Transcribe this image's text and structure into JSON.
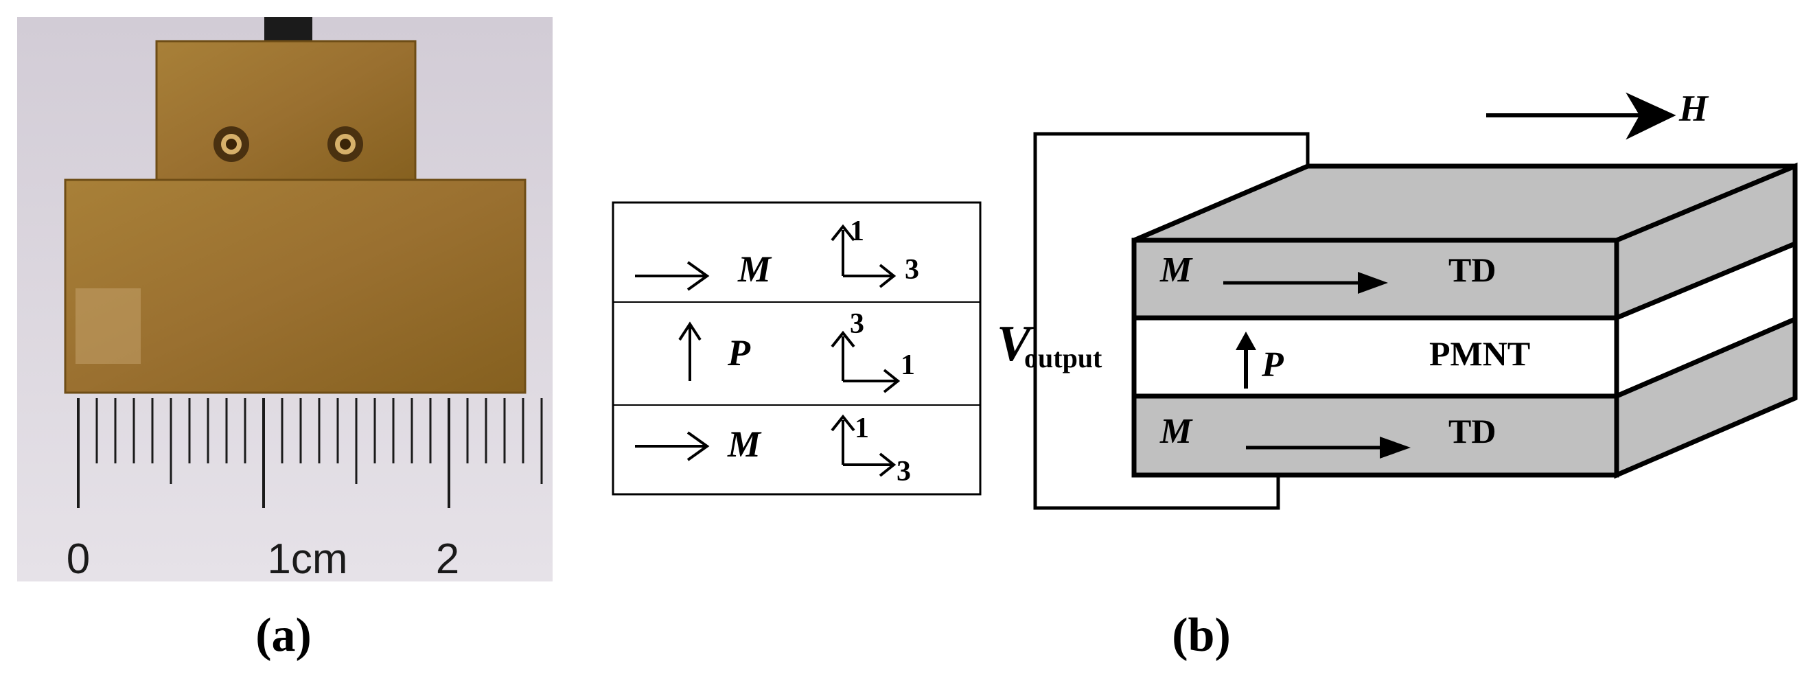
{
  "panel_a": {
    "caption": "(a)",
    "ruler": {
      "label_0": "0",
      "label_1": "1cm",
      "label_2": "2"
    },
    "colors": {
      "background": "#d9d4dc",
      "brass": "#9c7530",
      "brass_dark": "#6e4d16",
      "cable": "#1b1b1b"
    }
  },
  "panel_b": {
    "caption": "(b)",
    "schematic": {
      "layers": [
        {
          "dir_label": "M",
          "axis_top": "1",
          "axis_right": "3"
        },
        {
          "dir_label": "P",
          "axis_top": "3",
          "axis_right": "1"
        },
        {
          "dir_label": "M",
          "axis_top": "1",
          "axis_right": "3"
        }
      ]
    },
    "block": {
      "field_label": "H",
      "voltage_main": "V",
      "voltage_sub": "output",
      "layers": [
        {
          "label": "M",
          "material": "TD"
        },
        {
          "label": "P",
          "material": "PMNT"
        },
        {
          "label": "M",
          "material": "TD"
        }
      ],
      "colors": {
        "td_fill": "#c0c0c0",
        "pmnt_fill": "#ffffff",
        "outline": "#000000"
      }
    }
  }
}
